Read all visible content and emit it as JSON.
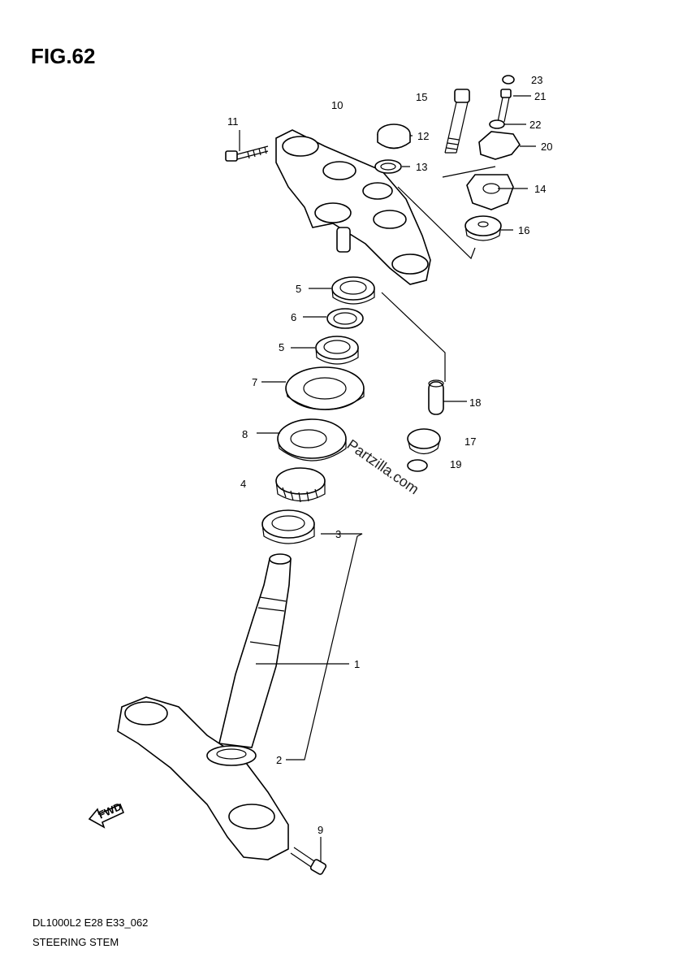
{
  "figure": {
    "title": "FIG.62",
    "code": "DL1000L2 E28 E33_062",
    "name": "STEERING STEM",
    "watermark": "Partzilla.com"
  },
  "callouts": [
    {
      "id": "1",
      "label": "1"
    },
    {
      "id": "2",
      "label": "2"
    },
    {
      "id": "3",
      "label": "3"
    },
    {
      "id": "4",
      "label": "4"
    },
    {
      "id": "5a",
      "label": "5"
    },
    {
      "id": "5b",
      "label": "5"
    },
    {
      "id": "6",
      "label": "6"
    },
    {
      "id": "7",
      "label": "7"
    },
    {
      "id": "8",
      "label": "8"
    },
    {
      "id": "9",
      "label": "9"
    },
    {
      "id": "10",
      "label": "10"
    },
    {
      "id": "11",
      "label": "11"
    },
    {
      "id": "12",
      "label": "12"
    },
    {
      "id": "13",
      "label": "13"
    },
    {
      "id": "14",
      "label": "14"
    },
    {
      "id": "15",
      "label": "15"
    },
    {
      "id": "16",
      "label": "16"
    },
    {
      "id": "17",
      "label": "17"
    },
    {
      "id": "18",
      "label": "18"
    },
    {
      "id": "19",
      "label": "19"
    },
    {
      "id": "20",
      "label": "20"
    },
    {
      "id": "21",
      "label": "21"
    },
    {
      "id": "22",
      "label": "22"
    },
    {
      "id": "23",
      "label": "23"
    }
  ],
  "fwd_arrow": {
    "label": "FWD"
  }
}
